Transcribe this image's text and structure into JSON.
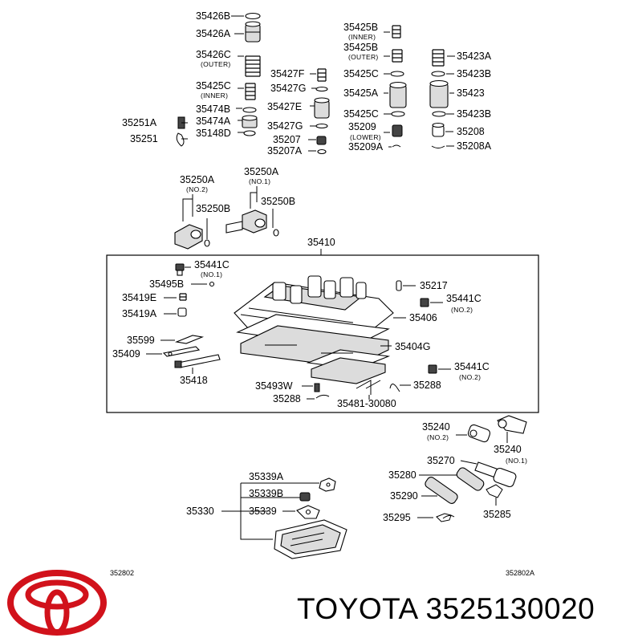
{
  "colors": {
    "logo": "#d1121b",
    "ink": "#000000",
    "background": "#ffffff"
  },
  "logo": {
    "icon": "toyota-emblem-icon"
  },
  "brand": {
    "name": "TOYOTA",
    "part_number": "3525130020"
  },
  "refs": {
    "left": "352802",
    "right": "352802A"
  },
  "labels": {
    "p35426B": "35426B",
    "p35426A": "35426A",
    "p35426C": "35426C",
    "p35426C_note": "(OUTER)",
    "p35425C_l": "35425C",
    "p35425C_l_note": "(INNER)",
    "p35474B": "35474B",
    "p35474A": "35474A",
    "p35148D": "35148D",
    "p35251A": "35251A",
    "p35251": "35251",
    "p35427F": "35427F",
    "p35427G_a": "35427G",
    "p35427E": "35427E",
    "p35427G_b": "35427G",
    "p35207": "35207",
    "p35207A": "35207A",
    "p35425B_a": "35425B",
    "p35425B_a_note": "(INNER)",
    "p35425B_b": "35425B",
    "p35425B_b_note": "(OUTER)",
    "p35425C_a": "35425C",
    "p35425A": "35425A",
    "p35425C_b": "35425C",
    "p35209": "35209",
    "p35209_note": "(LOWER)",
    "p35209A": "35209A",
    "p35423A": "35423A",
    "p35423B_a": "35423B",
    "p35423": "35423",
    "p35423B_b": "35423B",
    "p35208": "35208",
    "p35208A": "35208A",
    "p35250A_l": "35250A",
    "p35250A_l_note": "(NO.2)",
    "p35250B_l": "35250B",
    "p35250A_r": "35250A",
    "p35250A_r_note": "(NO.1)",
    "p35250B_r": "35250B",
    "p35410": "35410",
    "p35441C_a": "35441C",
    "p35441C_a_note": "(NO.1)",
    "p35495B": "35495B",
    "p35419E": "35419E",
    "p35419A": "35419A",
    "p35599": "35599",
    "p35409": "35409",
    "p35418": "35418",
    "p35217": "35217",
    "p35441C_b": "35441C",
    "p35441C_b_note": "(NO.2)",
    "p35406": "35406",
    "p35404G": "35404G",
    "p35441C_c": "35441C",
    "p35441C_c_note": "(NO.2)",
    "p35288_r": "35288",
    "p35493W": "35493W",
    "p35288_l": "35288",
    "p35481": "35481-30080",
    "p35240_a": "35240",
    "p35240_a_note": "(NO.2)",
    "p35240_b": "35240",
    "p35270": "35270",
    "p35270_note": "(NO.1)",
    "p35280": "35280",
    "p35290": "35290",
    "p35285": "35285",
    "p35295": "35295",
    "p35339A": "35339A",
    "p35339B": "35339B",
    "p35330": "35330",
    "p35339": "35339"
  }
}
